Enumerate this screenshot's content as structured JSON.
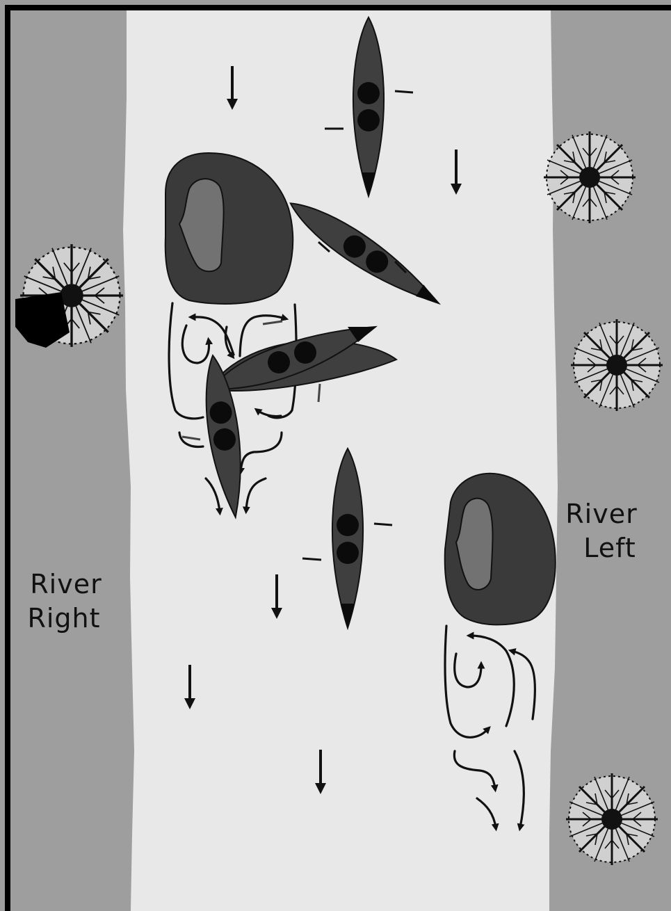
{
  "labels": {
    "river_right_line1": "River",
    "river_right_line2": "Right",
    "river_left_line1": "River",
    "river_left_line2": "Left"
  },
  "colors": {
    "frame": "#000000",
    "bank": "#9e9e9e",
    "water": "#e8e8e8",
    "rock": "#3a3a3a",
    "rock_top": "#727272",
    "boat": "#3f3f3f",
    "paddler": "#0b0b0b",
    "arrow": "#111111"
  }
}
